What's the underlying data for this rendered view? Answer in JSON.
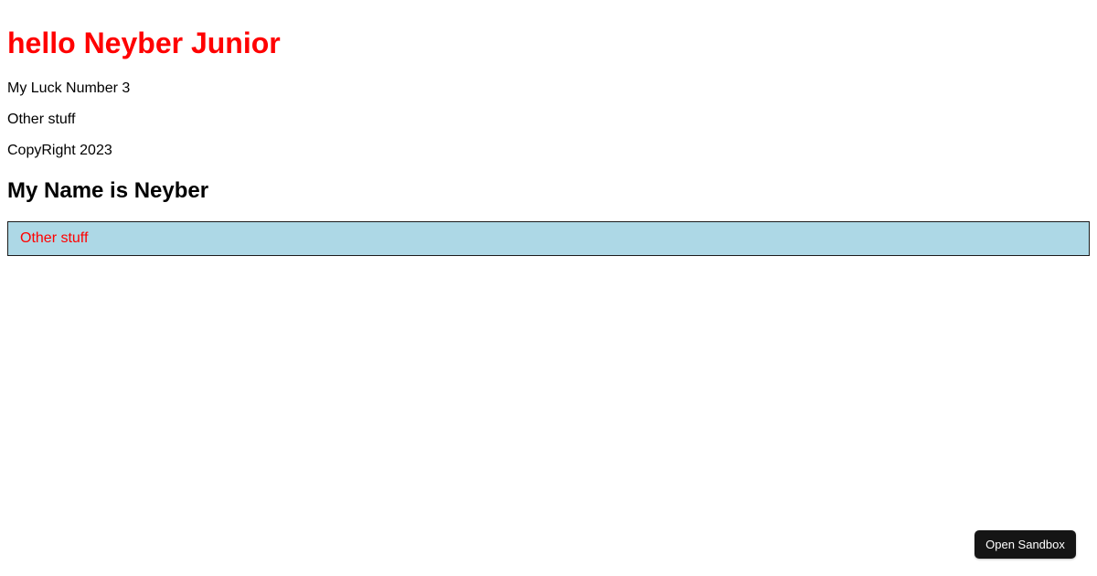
{
  "page": {
    "background_color": "#ffffff",
    "heading": {
      "text": "hello Neyber Junior",
      "color": "#ff0000"
    },
    "paragraphs": [
      {
        "text": "My Luck Number 3"
      },
      {
        "text": "Other stuff"
      },
      {
        "text": "CopyRight 2023"
      }
    ],
    "section_heading": {
      "text": "My Name is Neyber",
      "color": "#000000"
    },
    "info_box": {
      "text": "Other stuff",
      "text_color": "#ff0000",
      "background_color": "#add8e6",
      "border_color": "#1b1b1b"
    }
  },
  "overlay": {
    "sandbox_button": {
      "label": "Open Sandbox",
      "background_color": "#151515",
      "text_color": "#ffffff"
    }
  }
}
